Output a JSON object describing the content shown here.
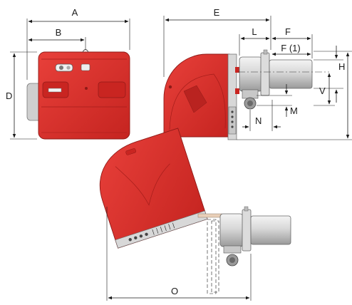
{
  "diagram": {
    "dimension_labels": {
      "A": "A",
      "B": "B",
      "D": "D",
      "E": "E",
      "L": "L",
      "F": "F",
      "F1": "F (1)",
      "H": "H",
      "V": "V",
      "M": "M",
      "N": "N",
      "O": "O"
    },
    "colors": {
      "body_red": "#d92a26",
      "body_red_dark": "#b51f1c",
      "metal_light": "#e6e6e6",
      "metal_mid": "#c4c4c4",
      "metal_dark": "#8a8a8a",
      "dim_line": "#1a1a1a"
    }
  }
}
